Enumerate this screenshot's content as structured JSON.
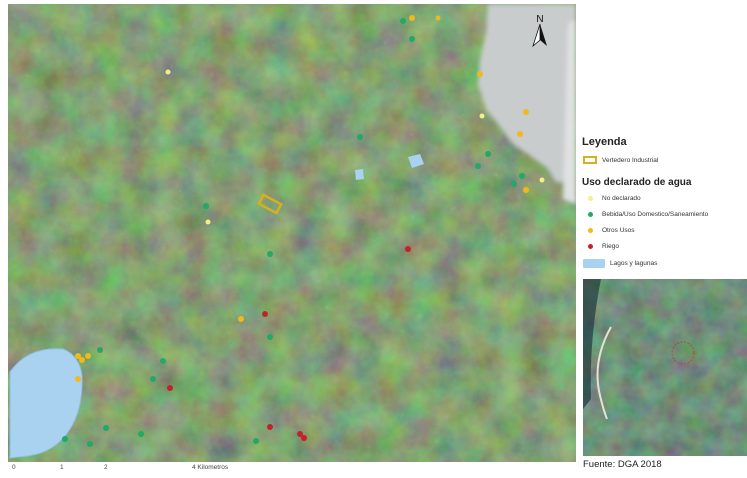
{
  "legend": {
    "title": "Leyenda",
    "industrial_label": "Vertedero Industrial",
    "section_title": "Uso declarado de agua",
    "categories": [
      {
        "label": "No declarado",
        "color": "#f3ef8a"
      },
      {
        "label": "Bebida/Uso Domestico/Saneamiento",
        "color": "#22a867"
      },
      {
        "label": "Otros Usos",
        "color": "#f3b81b"
      },
      {
        "label": "Riego",
        "color": "#c4212c"
      }
    ],
    "lakes_label": "Lagos y lagunas",
    "lakes_color": "#a8d2ef",
    "industrial_color": "#d6b01e"
  },
  "north_arrow": {
    "label": "N"
  },
  "scale_bar": {
    "labels": [
      "0",
      "1",
      "2",
      "4 Kilometros"
    ]
  },
  "source": {
    "text": "Fuente: DGA 2018"
  }
}
